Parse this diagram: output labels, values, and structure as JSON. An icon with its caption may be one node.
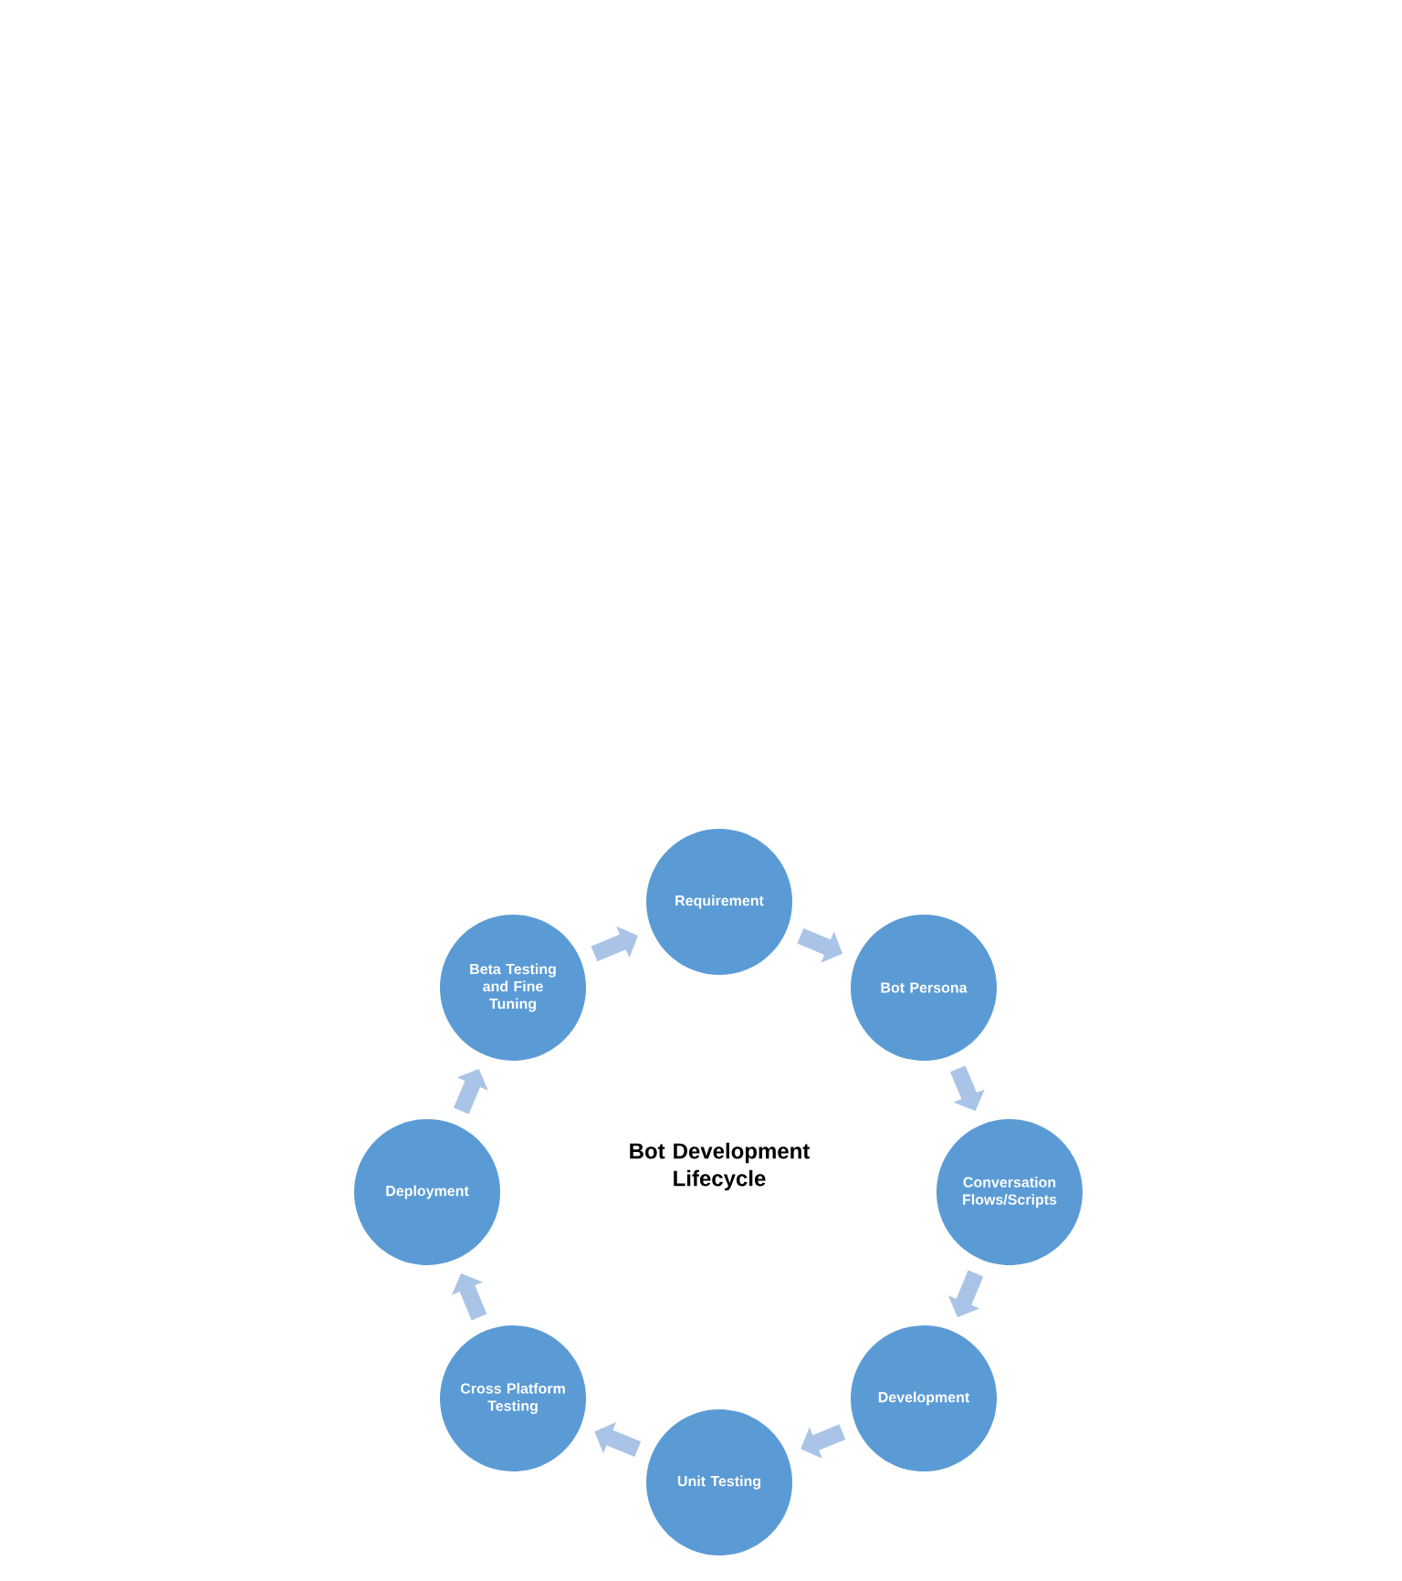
{
  "diagram": {
    "title": "Bot Development Lifecycle",
    "nodes": [
      {
        "text": [
          "Requirement"
        ]
      },
      {
        "text": [
          "Bot Persona"
        ]
      },
      {
        "text": [
          "Conversation Flows/Scripts"
        ]
      },
      {
        "text": [
          "Development"
        ]
      },
      {
        "text": [
          "Unit Testing"
        ]
      },
      {
        "text": [
          "Cross Platform Testing"
        ]
      },
      {
        "text": [
          "Deployment"
        ]
      },
      {
        "text": [
          "Beta Testing and Fine Tuning"
        ]
      }
    ],
    "edges": [
      {
        "from": 0,
        "to": 1,
        "arrow": "to"
      },
      {
        "from": 1,
        "to": 2,
        "arrow": "to"
      },
      {
        "from": 2,
        "to": 3,
        "arrow": "to"
      },
      {
        "from": 3,
        "to": 4,
        "arrow": "to"
      },
      {
        "from": 4,
        "to": 5,
        "arrow": "to"
      },
      {
        "from": 5,
        "to": 6,
        "arrow": "to"
      },
      {
        "from": 6,
        "to": 7,
        "arrow": "to"
      },
      {
        "from": 7,
        "to": 0,
        "arrow": "to"
      }
    ]
  }
}
